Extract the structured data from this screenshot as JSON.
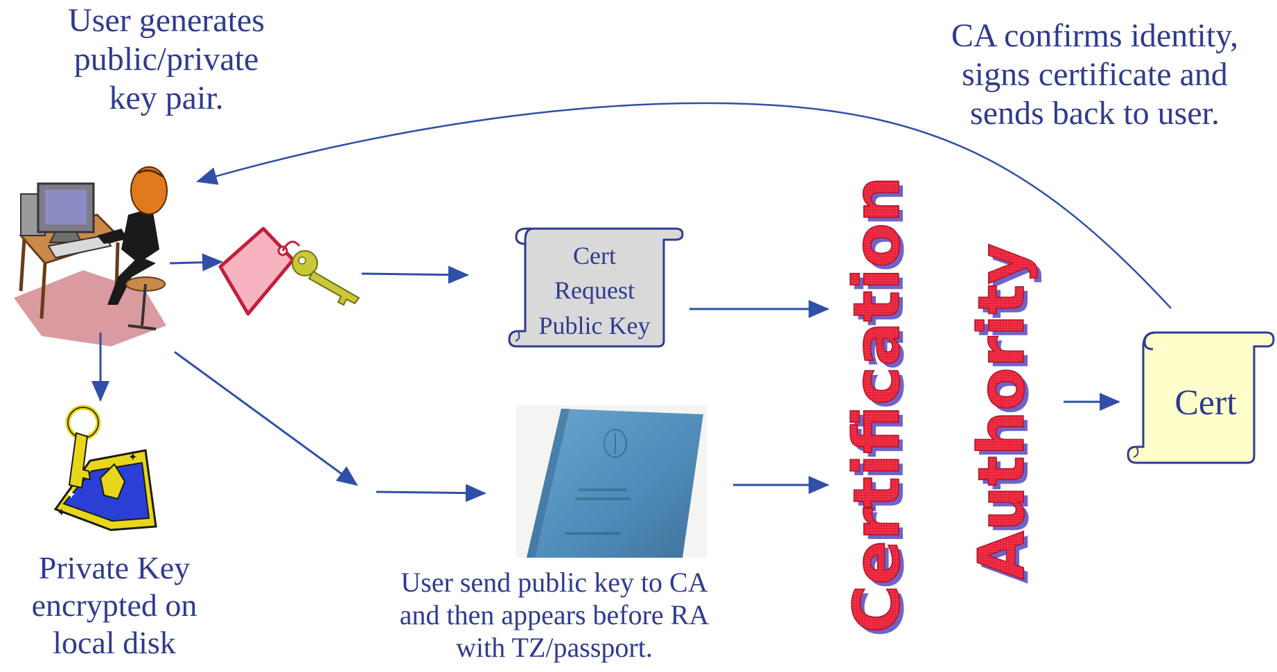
{
  "captions": {
    "user_generates": [
      "User generates",
      "public/private",
      "key pair."
    ],
    "ca_confirms": [
      "CA confirms identity,",
      "signs certificate and",
      "sends back to user."
    ],
    "private_key": [
      "Private Key",
      "encrypted on",
      "local disk"
    ],
    "user_sends": [
      "User send public key to CA",
      "and then appears before RA",
      "with TZ/passport."
    ]
  },
  "request_scroll": {
    "lines": [
      "Cert",
      "Request",
      "Public Key"
    ]
  },
  "cert_scroll": {
    "label": "Cert"
  },
  "authority": {
    "word1": "Certification",
    "word2": "Authority"
  },
  "colors": {
    "text": "#2e3b8f",
    "arrow": "#2f4fa8",
    "request_scroll_fill": "#d9d9d9",
    "cert_scroll_fill": "#ffffcc",
    "ca_red": "#e8233a",
    "ca_shadow": "#6f63c9",
    "tag_fill": "#f7b4c0",
    "tag_border": "#c41e3a",
    "key_color": "#c8c83a",
    "passport_fill": "#5b97c2"
  },
  "icons": {
    "user": "user-at-computer-icon",
    "tag": "key-tag-icon",
    "private_key": "encrypted-key-icon",
    "passport": "passport-icon"
  }
}
